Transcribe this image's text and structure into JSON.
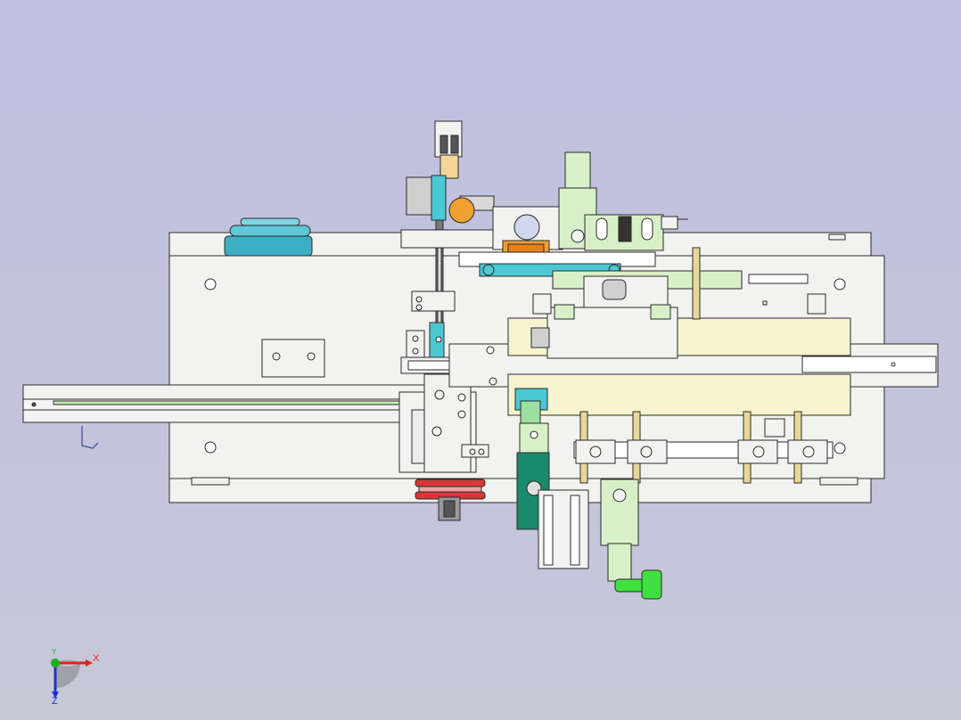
{
  "viewport": {
    "background_top": "#bfc0de",
    "background_bottom": "#c7c8d6"
  },
  "triad": {
    "x_label": "X",
    "y_label": "Y",
    "z_label": "Z",
    "x_color": "#e0201c",
    "y_color": "#1cb01c",
    "z_color": "#2030d8"
  },
  "palette": {
    "frame": "#f2f2f0",
    "outline": "#2a2a2a",
    "yellow_plate": "#f7f3cf",
    "pale_green": "#d8f0c8",
    "cyan": "#4cc8d4",
    "teal_block": "#1a8a6c",
    "orange": "#f0a030",
    "red_wheel": "#d83838",
    "green_knob": "#40e040",
    "brass_rod": "#e8d898"
  }
}
